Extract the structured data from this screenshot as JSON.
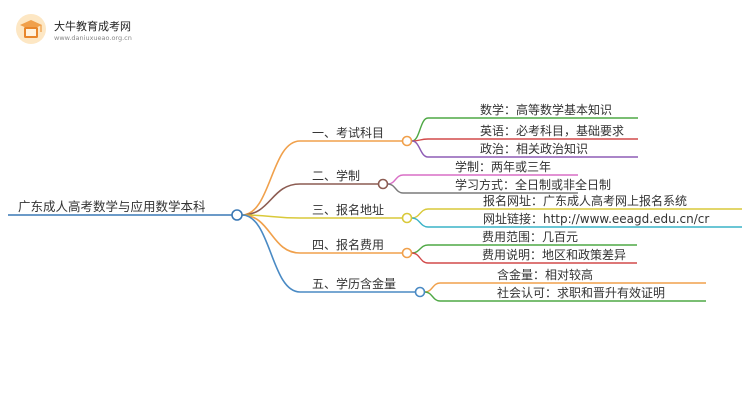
{
  "logo": {
    "site_name": "大牛教育成考网",
    "site_url": "www.daniuxueao.org.cn",
    "icon": "book-hat-icon"
  },
  "root": {
    "label": "广东成人高考数学与应用数学本科"
  },
  "branches": [
    {
      "label": "一、考试科目",
      "color": "#f0a04b",
      "children": [
        {
          "label": "数学：高等数学基本知识",
          "color": "#4fa845"
        },
        {
          "label": "英语：必考科目，基础要求",
          "color": "#d24a4a"
        },
        {
          "label": "政治：相关政治知识",
          "color": "#8e5db5"
        }
      ]
    },
    {
      "label": "二、学制",
      "color": "#8c5c52",
      "children": [
        {
          "label": "学制：两年或三年",
          "color": "#d96fc6"
        },
        {
          "label": "学习方式：全日制或非全日制",
          "color": "#7a7a7a"
        }
      ]
    },
    {
      "label": "三、报名地址",
      "color": "#d9c93a",
      "children": [
        {
          "label": "报名网址：广东成人高考网上报名系统",
          "color": "#d9c93a"
        },
        {
          "label": "网址链接：http://www.eeagd.edu.cn/cr",
          "color": "#3ab3c7"
        }
      ]
    },
    {
      "label": "四、报名费用",
      "color": "#f0a04b",
      "children": [
        {
          "label": "费用范围：几百元",
          "color": "#4fa845"
        },
        {
          "label": "费用说明：地区和政策差异",
          "color": "#d24a4a"
        }
      ]
    },
    {
      "label": "五、学历含金量",
      "color": "#4a8ac4",
      "children": [
        {
          "label": "含金量：相对较高",
          "color": "#f0a04b"
        },
        {
          "label": "社会认可：求职和晋升有效证明",
          "color": "#4fa845"
        }
      ]
    }
  ]
}
